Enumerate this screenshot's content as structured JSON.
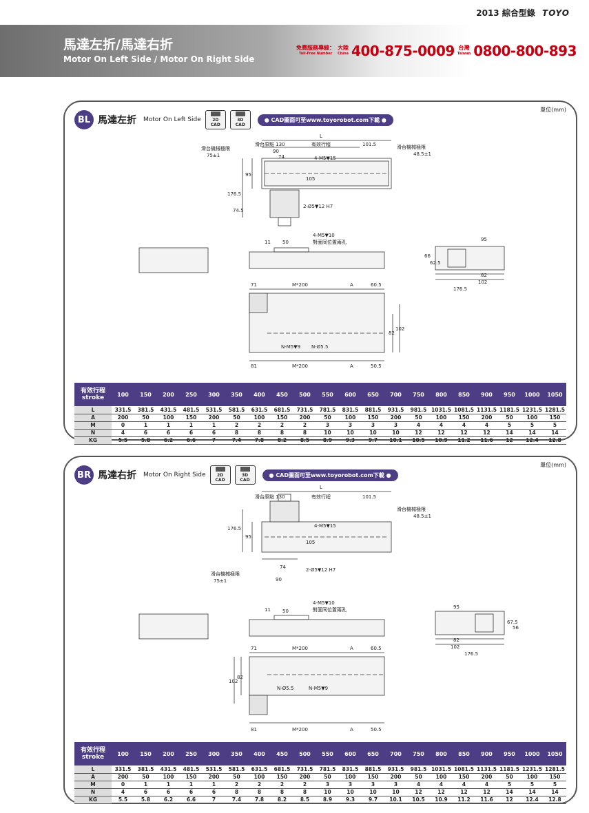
{
  "header": {
    "year_catalog": "2013 綜合型錄",
    "brand": "TOYO"
  },
  "banner": {
    "title_zh": "馬達左折/馬達右折",
    "title_en": "Motor On Left Side / Motor On Right Side",
    "hotline_label_zh": "免費服務專線：",
    "hotline_label_en": "Toll-Free Number",
    "china_zh": "大陸",
    "china_en": "China",
    "china_number": "400-875-0009",
    "taiwan_zh": "台灣",
    "taiwan_en": "Taiwan",
    "taiwan_number": "0800-800-893"
  },
  "panels": {
    "bl": {
      "code": "BL",
      "title": "馬達左折",
      "subtitle": "Motor On Left Side",
      "cad2d": "2D",
      "cad3d": "3D",
      "cad_label": "CAD",
      "cad_link": "● CAD圖面可至www.toyorobot.com下載 ●",
      "unit": "單位(mm)",
      "dims": {
        "L": "L",
        "origin": "滑台原點 130",
        "stroke": "有效行程",
        "d1015": "101.5",
        "left_limit": "滑台機械極限",
        "left_limit_val": "75±1",
        "right_limit": "滑台機械極限",
        "right_limit_val": "48.5±1",
        "d90": "90",
        "d74": "74",
        "m5": "4-M5▼15",
        "d105": "105",
        "d95": "95",
        "d1765": "176.5",
        "d745": "74.5",
        "pin": "2-Ø5▼12 H7",
        "m5b": "4-M5▼10",
        "opp": "對面同位置兩孔",
        "d11": "11",
        "d50": "50",
        "e95": "95",
        "e66": "66",
        "e625": "62.5",
        "e82": "82",
        "e102": "102",
        "e1765": "176.5",
        "p71": "71",
        "pm200": "M*200",
        "pA": "A",
        "p605": "60.5",
        "p82": "82",
        "p102": "102",
        "nm5": "N-M5▼9",
        "n55": "N-Ø5.5",
        "p81": "81",
        "pm200b": "M*200",
        "pAb": "A",
        "p505": "50.5"
      }
    },
    "br": {
      "code": "BR",
      "title": "馬達右折",
      "subtitle": "Motor On Right Side",
      "cad2d": "2D",
      "cad3d": "3D",
      "cad_label": "CAD",
      "cad_link": "● CAD圖面可至www.toyorobot.com下載 ●",
      "unit": "單位(mm)",
      "dims": {
        "L": "L",
        "origin": "滑台原點 130",
        "stroke": "有效行程",
        "d1015": "101.5",
        "left_limit": "滑台機械極限",
        "left_limit_val": "75±1",
        "right_limit": "滑台機械極限",
        "right_limit_val": "48.5±1",
        "d90": "90",
        "d74": "74",
        "m5": "4-M5▼15",
        "d105": "105",
        "d95": "95",
        "d1765": "176.5",
        "pin": "2-Ø5▼12 H7",
        "m5b": "4-M5▼10",
        "opp": "對面同位置兩孔",
        "d11": "11",
        "d50": "50",
        "e95": "95",
        "e675": "67.5",
        "e56": "56",
        "e82": "82",
        "e102": "102",
        "e1765": "176.5",
        "p71": "71",
        "pm200": "M*200",
        "pA": "A",
        "p605": "60.5",
        "p82": "82",
        "p102": "102",
        "nm5": "N-M5▼9",
        "n55": "N-Ø5.5",
        "p81": "81",
        "pm200b": "M*200",
        "pAb": "A",
        "p505": "50.5"
      }
    }
  },
  "table": {
    "header_zh": "有效行程",
    "header_en": "stroke",
    "strokes": [
      "100",
      "150",
      "200",
      "250",
      "300",
      "350",
      "400",
      "450",
      "500",
      "550",
      "600",
      "650",
      "700",
      "750",
      "800",
      "850",
      "900",
      "950",
      "1000",
      "1050"
    ],
    "rows": [
      {
        "label": "L",
        "values": [
          "331.5",
          "381.5",
          "431.5",
          "481.5",
          "531.5",
          "581.5",
          "631.5",
          "681.5",
          "731.5",
          "781.5",
          "831.5",
          "881.5",
          "931.5",
          "981.5",
          "1031.5",
          "1081.5",
          "1131.5",
          "1181.5",
          "1231.5",
          "1281.5"
        ]
      },
      {
        "label": "A",
        "values": [
          "200",
          "50",
          "100",
          "150",
          "200",
          "50",
          "100",
          "150",
          "200",
          "50",
          "100",
          "150",
          "200",
          "50",
          "100",
          "150",
          "200",
          "50",
          "100",
          "150"
        ]
      },
      {
        "label": "M",
        "values": [
          "0",
          "1",
          "1",
          "1",
          "1",
          "2",
          "2",
          "2",
          "2",
          "3",
          "3",
          "3",
          "3",
          "4",
          "4",
          "4",
          "4",
          "5",
          "5",
          "5"
        ]
      },
      {
        "label": "N",
        "values": [
          "4",
          "6",
          "6",
          "6",
          "6",
          "8",
          "8",
          "8",
          "8",
          "10",
          "10",
          "10",
          "10",
          "12",
          "12",
          "12",
          "12",
          "14",
          "14",
          "14"
        ]
      },
      {
        "label": "KG",
        "values": [
          "5.5",
          "5.8",
          "6.2",
          "6.6",
          "7",
          "7.4",
          "7.8",
          "8.2",
          "8.5",
          "8.9",
          "9.3",
          "9.7",
          "10.1",
          "10.5",
          "10.9",
          "11.2",
          "11.6",
          "12",
          "12.4",
          "12.8"
        ]
      }
    ]
  },
  "colors": {
    "accent": "#4c3d84",
    "hotline": "#c40010"
  }
}
